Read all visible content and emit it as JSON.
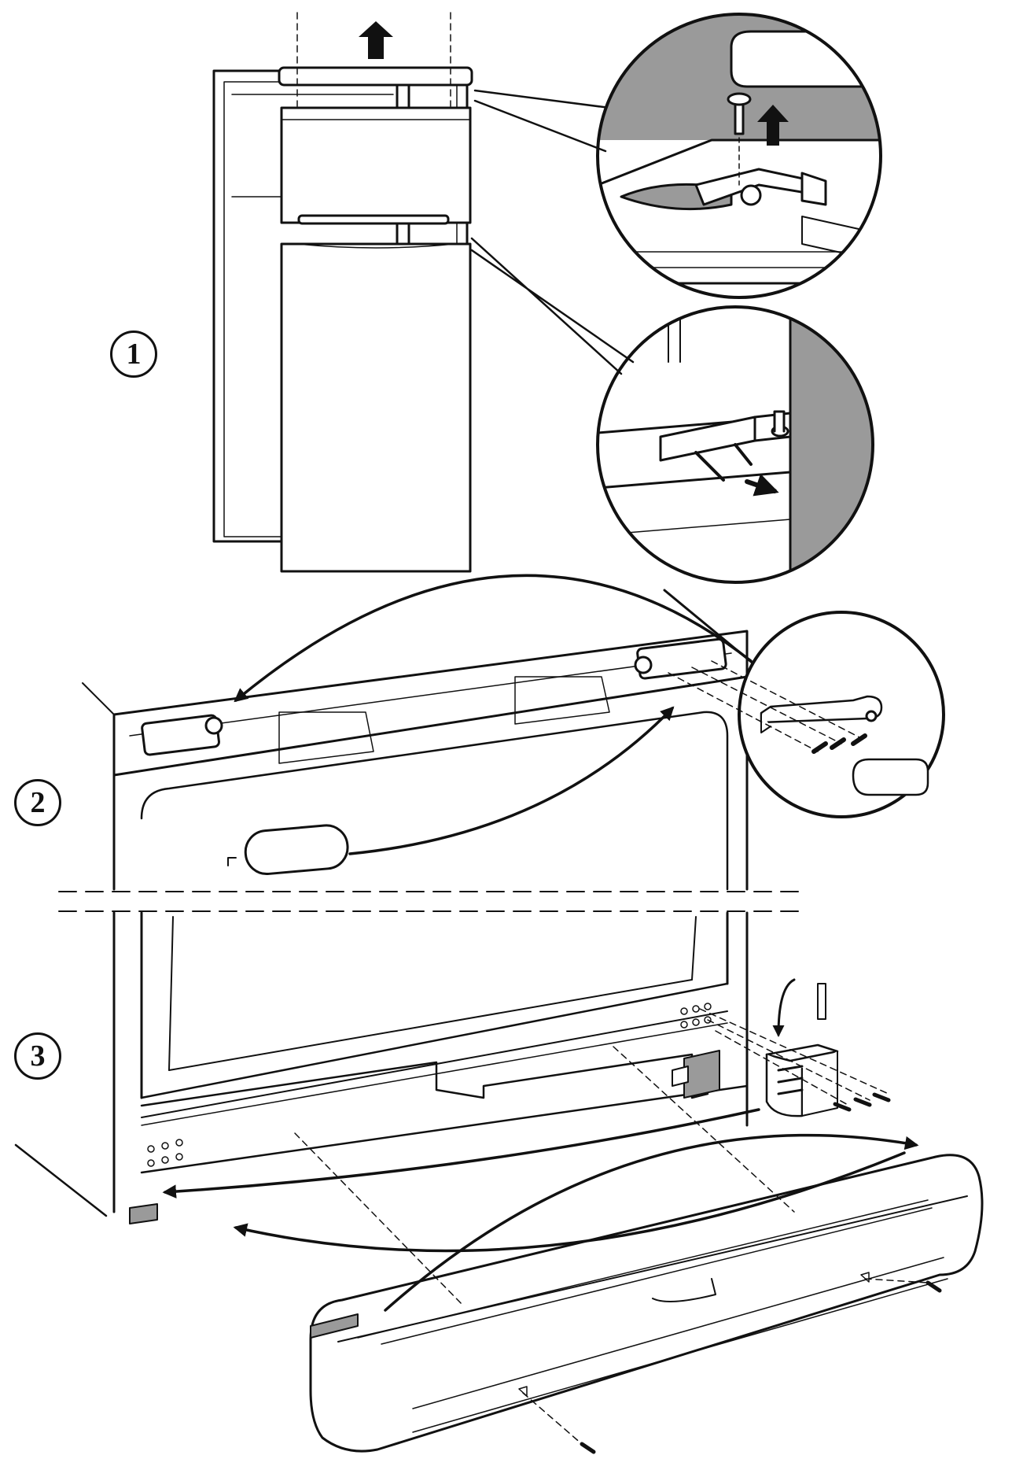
{
  "steps": [
    {
      "label": "1"
    },
    {
      "label": "2"
    },
    {
      "label": "3"
    }
  ],
  "colors": {
    "stroke": "#111111",
    "grey_wall": "#9a9a9a",
    "light_fill": "#f2f2f2",
    "background": "#ffffff"
  },
  "icons": [
    "arrow-up-icon",
    "arrow-icon",
    "screw-icon",
    "hinge-icon",
    "magnifier-circle"
  ]
}
